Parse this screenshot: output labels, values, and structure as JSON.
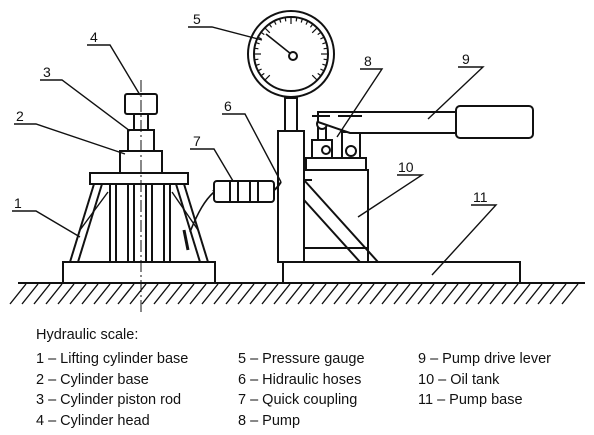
{
  "legend": {
    "title": "Hydraulic scale:",
    "items": [
      {
        "text": "1  –  Lifting cylinder base"
      },
      {
        "text": "2  –  Cylinder base"
      },
      {
        "text": "3  –  Cylinder piston rod"
      },
      {
        "text": "4  –  Cylinder head"
      },
      {
        "text": "5  –  Pressure gauge"
      },
      {
        "text": "6  –  Hidraulic hoses"
      },
      {
        "text": "7  –  Quick coupling"
      },
      {
        "text": "8  –  Pump"
      },
      {
        "text": "9  –  Pump drive lever"
      },
      {
        "text": "10  –  Oil tank"
      },
      {
        "text": "11  –  Pump base"
      }
    ]
  },
  "callouts": [
    "1",
    "2",
    "3",
    "4",
    "5",
    "6",
    "7",
    "8",
    "9",
    "10",
    "11"
  ]
}
